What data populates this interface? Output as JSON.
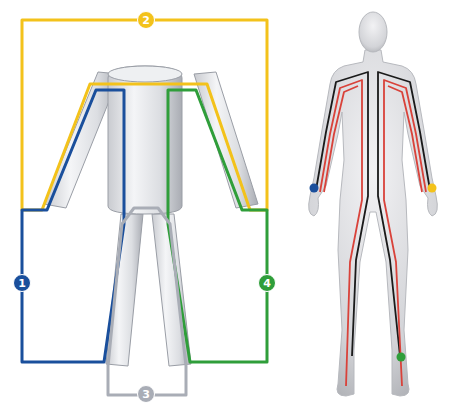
{
  "diagram": {
    "nodes": [
      {
        "text": [
          "2"
        ]
      },
      {
        "text": [
          "1"
        ]
      },
      {
        "text": [
          "4"
        ]
      },
      {
        "text": [
          "3"
        ]
      }
    ]
  }
}
